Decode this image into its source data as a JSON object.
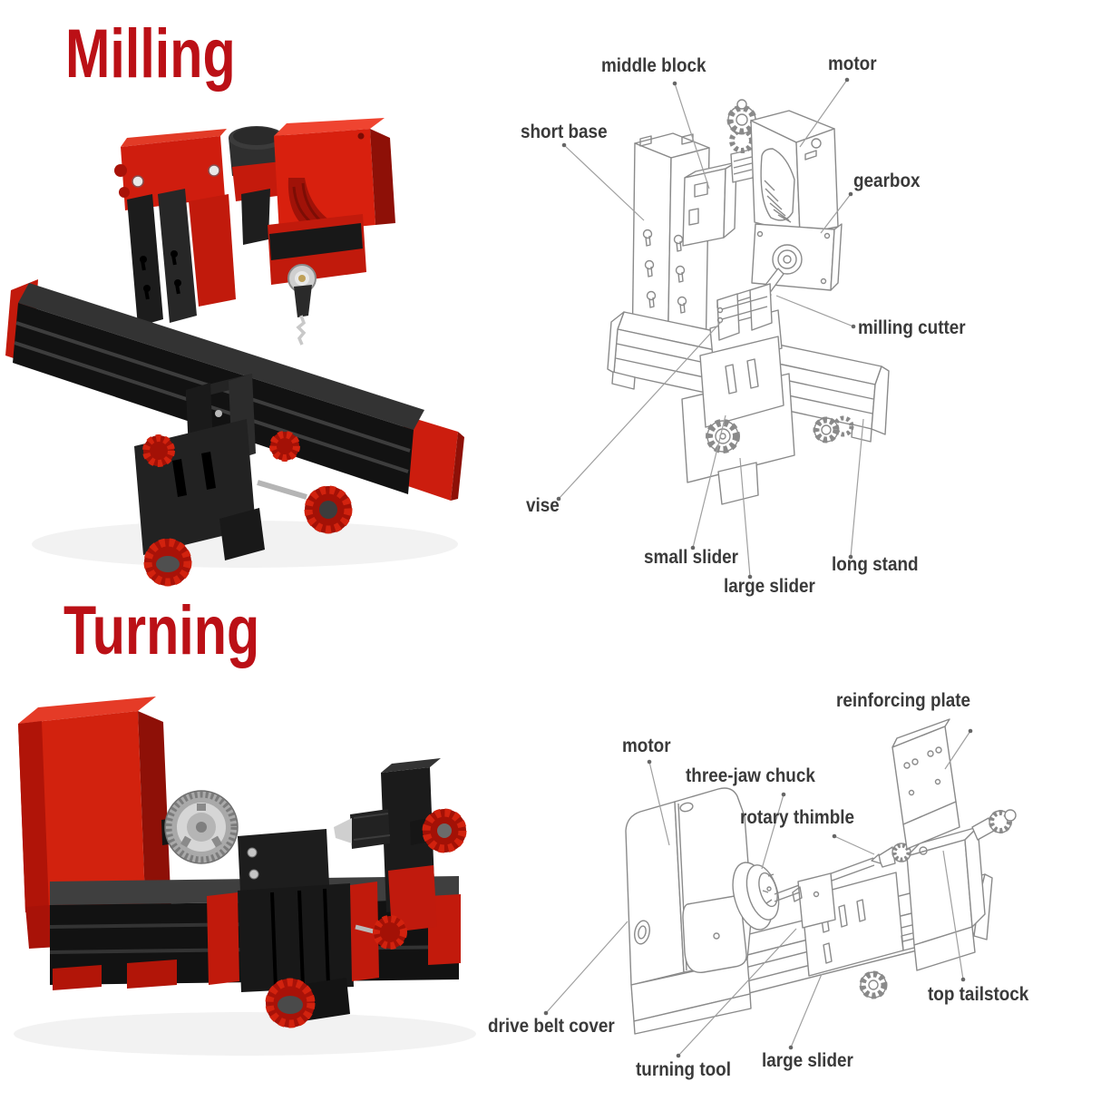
{
  "colors": {
    "title_red": "#bb1016",
    "label_text": "#3a3a3a",
    "machine_red": "#d2220e",
    "machine_black": "#181818",
    "line_art_gray": "#8a8a8a"
  },
  "milling_section": {
    "title": "Milling",
    "labels": [
      {
        "id": "middle-block",
        "text": "middle block"
      },
      {
        "id": "motor",
        "text": "motor"
      },
      {
        "id": "short-base",
        "text": "short base"
      },
      {
        "id": "gearbox",
        "text": "gearbox"
      },
      {
        "id": "milling-cutter",
        "text": "milling cutter"
      },
      {
        "id": "vise",
        "text": "vise"
      },
      {
        "id": "small-slider",
        "text": "small slider"
      },
      {
        "id": "large-slider",
        "text": "large slider"
      },
      {
        "id": "long-stand",
        "text": "long stand"
      }
    ]
  },
  "turning_section": {
    "title": "Turning",
    "labels": [
      {
        "id": "reinforcing-plate",
        "text": "reinforcing plate"
      },
      {
        "id": "motor",
        "text": "motor"
      },
      {
        "id": "three-jaw-chuck",
        "text": "three-jaw chuck"
      },
      {
        "id": "rotary-thimble",
        "text": "rotary thimble"
      },
      {
        "id": "top-tailstock",
        "text": "top tailstock"
      },
      {
        "id": "drive-belt-cover",
        "text": "drive belt cover"
      },
      {
        "id": "turning-tool",
        "text": "turning tool"
      },
      {
        "id": "large-slider",
        "text": "large slider"
      }
    ]
  }
}
